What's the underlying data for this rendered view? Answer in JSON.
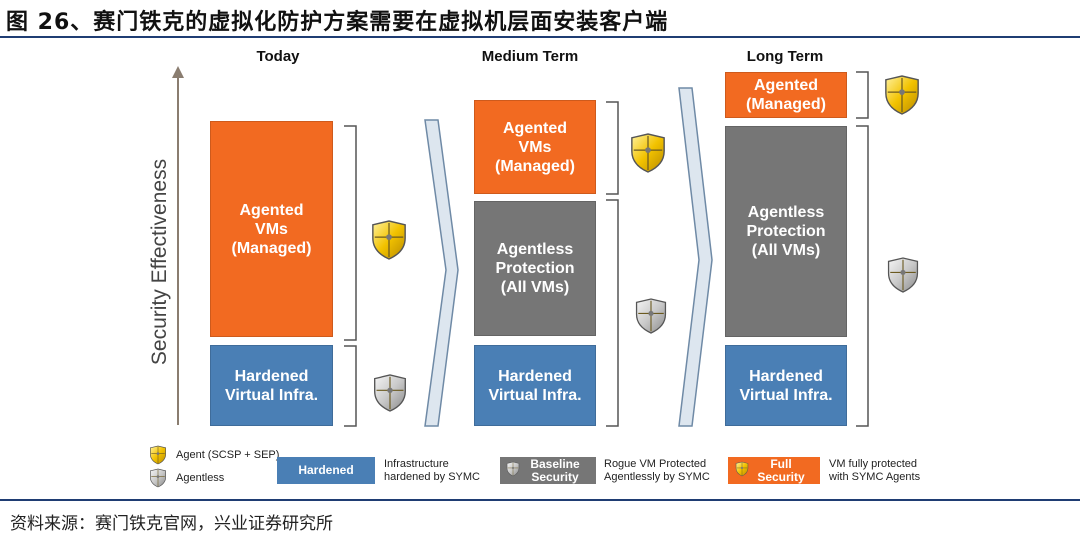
{
  "figure": {
    "title": "图 26、赛门铁克的虚拟化防护方案需要在虚拟机层面安装客户端",
    "source": "资料来源：赛门铁克官网，兴业证券研究所"
  },
  "diagram": {
    "axis_label": "Security Effectiveness",
    "columns": [
      {
        "heading": "Today",
        "boxes": [
          {
            "label": "Agented\nVMs\n(Managed)",
            "color": "orange",
            "shield": "gold"
          },
          {
            "label": "Hardened\nVirtual Infra.",
            "color": "blue",
            "shield": "silver"
          }
        ]
      },
      {
        "heading": "Medium Term",
        "boxes": [
          {
            "label": "Agented\nVMs\n(Managed)",
            "color": "orange",
            "shield": "gold"
          },
          {
            "label": "Agentless\nProtection\n(All VMs)",
            "color": "gray",
            "shield": "silver"
          },
          {
            "label": "Hardened\nVirtual Infra.",
            "color": "blue",
            "shield": "none"
          }
        ]
      },
      {
        "heading": "Long Term",
        "boxes": [
          {
            "label": "Agented\n(Managed)",
            "color": "orange",
            "shield": "gold"
          },
          {
            "label": "Agentless\nProtection\n(All VMs)",
            "color": "gray",
            "shield": "silver"
          },
          {
            "label": "Hardened\nVirtual Infra.",
            "color": "blue",
            "shield": "none"
          }
        ]
      }
    ],
    "colors": {
      "orange": "#f26a21",
      "gray": "#767676",
      "blue": "#4a7fb5",
      "gold_shield": "#f2c200",
      "silver_shield": "#c9c9c9"
    }
  },
  "legend": {
    "agent": "Agent (SCSP + SEP)",
    "agentless": "Agentless",
    "hardened_box": "Hardened",
    "hardened_desc": "Infrastructure\nhardened by SYMC",
    "baseline_box": "Baseline\nSecurity",
    "baseline_desc": "Rogue VM Protected\nAgentlessly by SYMC",
    "full_box": "Full\nSecurity",
    "full_desc": "VM fully protected\nwith SYMC Agents"
  }
}
